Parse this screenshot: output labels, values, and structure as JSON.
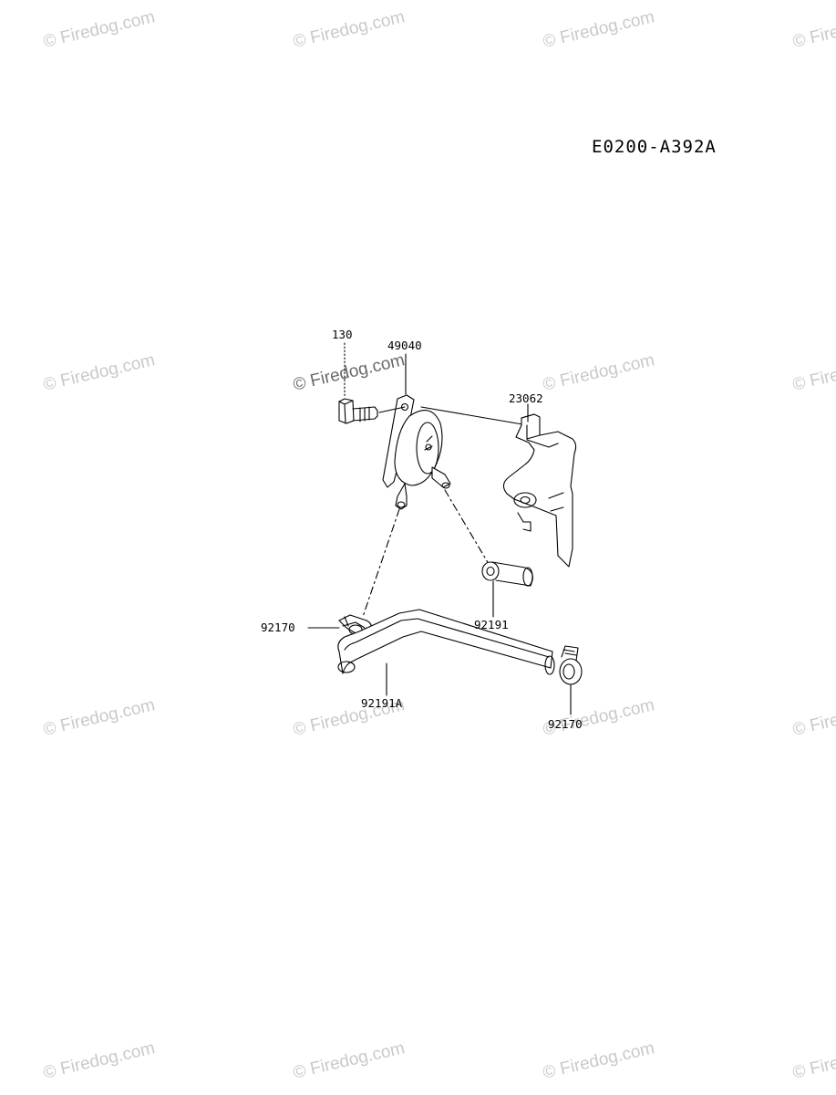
{
  "watermark": {
    "text": "© Firedog.com"
  },
  "diagram_code": "E0200-A392A",
  "part_numbers": {
    "bolt": "130",
    "fuel_pump": "49040",
    "bracket": "23062",
    "clamp_left": "92170",
    "hose_short": "92191",
    "hose_long": "92191A",
    "clamp_right": "92170"
  }
}
